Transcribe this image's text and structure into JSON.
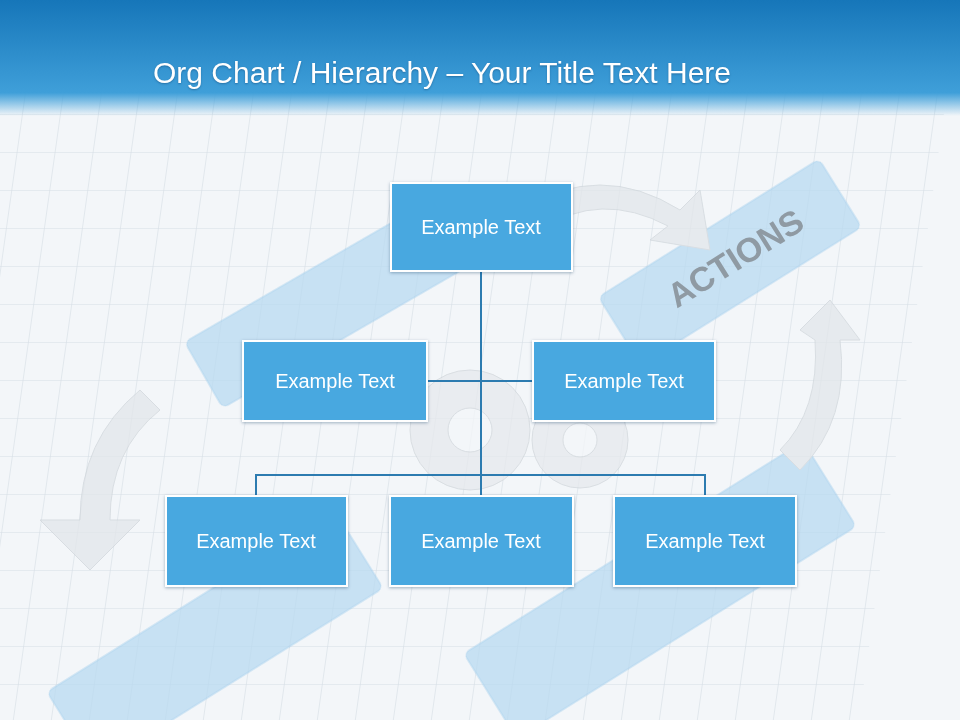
{
  "diagram": {
    "title": "Org Chart / Hierarchy – Your Title Text Here",
    "nodes": [
      {
        "text": [
          "Example Text"
        ]
      },
      {
        "text": [
          "Example Text"
        ]
      },
      {
        "text": [
          "Example Text"
        ]
      },
      {
        "text": [
          "Example Text"
        ]
      },
      {
        "text": [
          "Example Text"
        ]
      },
      {
        "text": [
          "Example Text"
        ]
      }
    ],
    "edges": [
      {
        "from": 0,
        "to": 1,
        "arrow": "none"
      },
      {
        "from": 0,
        "to": 2,
        "arrow": "none"
      },
      {
        "from": 0,
        "to": 3,
        "arrow": "none"
      },
      {
        "from": 0,
        "to": 4,
        "arrow": "none"
      },
      {
        "from": 0,
        "to": 5,
        "arrow": "none"
      }
    ],
    "labels": [
      "ACTIONS"
    ]
  }
}
